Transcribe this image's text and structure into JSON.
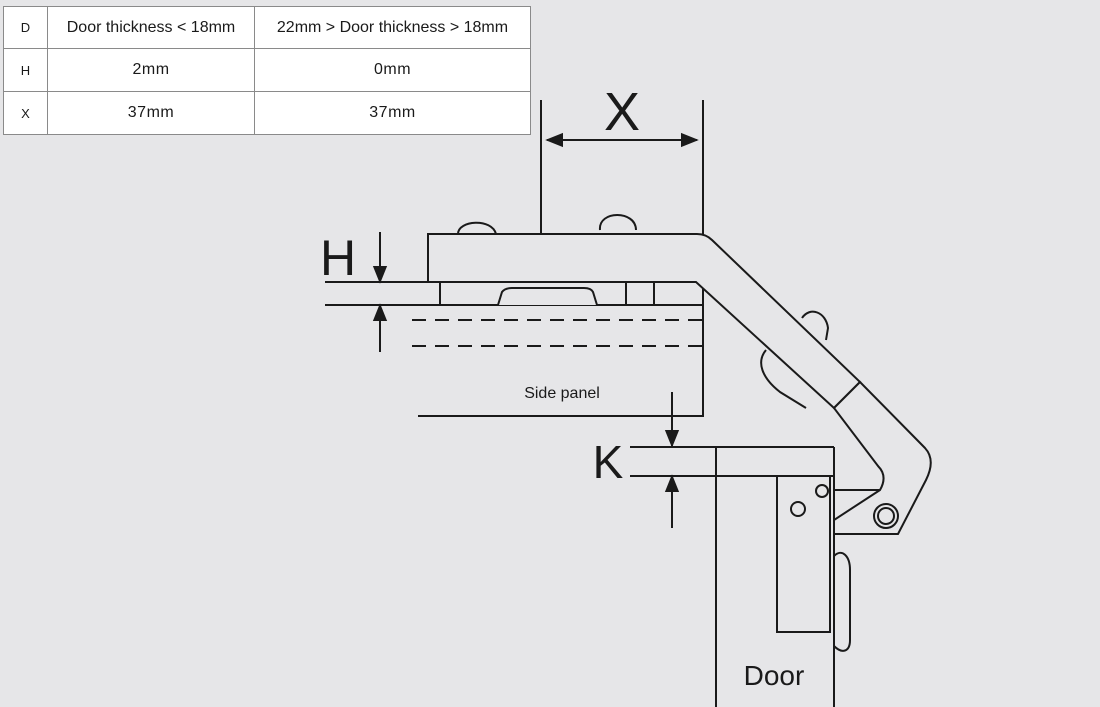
{
  "table": {
    "header": {
      "key": "D",
      "col1": "Door thickness  < 18mm",
      "col2": "22mm  > Door thickness > 18mm"
    },
    "rows": [
      {
        "key": "H",
        "col1": "2mm",
        "col2": "0mm"
      },
      {
        "key": "X",
        "col1": "37mm",
        "col2": "37mm"
      }
    ]
  },
  "diagram": {
    "label_x": "X",
    "label_h": "H",
    "label_k": "K",
    "label_side_panel": "Side panel",
    "label_door": "Door"
  },
  "colors": {
    "background": "#e6e6e8",
    "line": "#1a1a1a",
    "table_bg": "#ffffff"
  }
}
